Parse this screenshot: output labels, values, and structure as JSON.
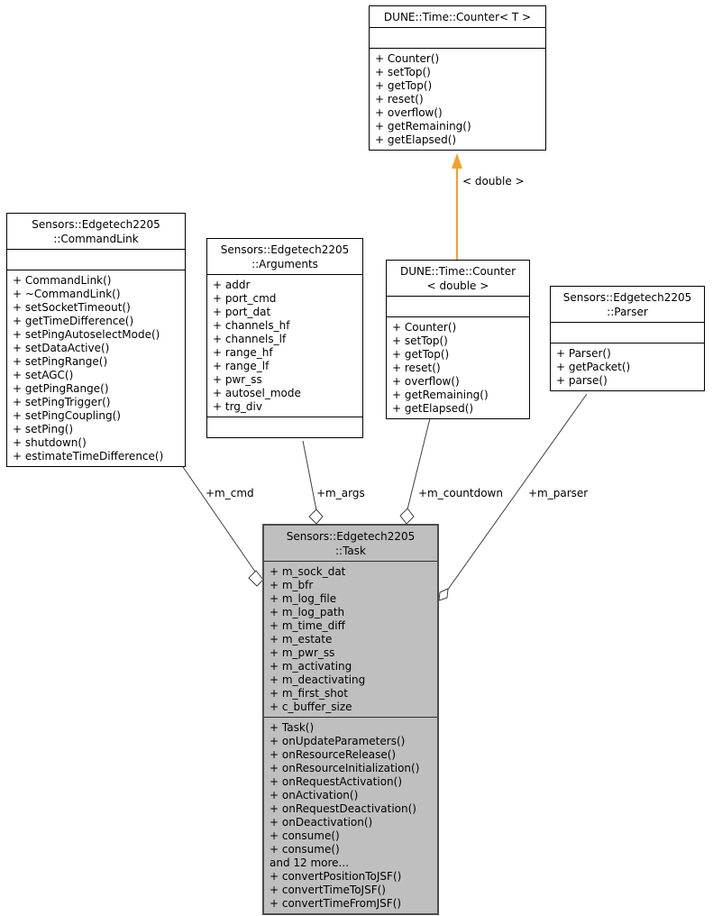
{
  "boxes": {
    "counter_t": {
      "title_lines": [
        "DUNE::Time::Counter< T >"
      ],
      "methods": [
        "+ Counter()",
        "+ setTop()",
        "+ getTop()",
        "+ reset()",
        "+ overflow()",
        "+ getRemaining()",
        "+ getElapsed()"
      ]
    },
    "command_link": {
      "title_lines": [
        "Sensors::Edgetech2205",
        "::CommandLink"
      ],
      "methods": [
        "+ CommandLink()",
        "+ ~CommandLink()",
        "+ setSocketTimeout()",
        "+ getTimeDifference()",
        "+ setPingAutoselectMode()",
        "+ setDataActive()",
        "+ setPingRange()",
        "+ setAGC()",
        "+ getPingRange()",
        "+ setPingTrigger()",
        "+ setPingCoupling()",
        "+ setPing()",
        "+ shutdown()",
        "+ estimateTimeDifference()"
      ]
    },
    "arguments": {
      "title_lines": [
        "Sensors::Edgetech2205",
        "::Arguments"
      ],
      "attributes": [
        "+ addr",
        "+ port_cmd",
        "+ port_dat",
        "+ channels_hf",
        "+ channels_lf",
        "+ range_hf",
        "+ range_lf",
        "+ pwr_ss",
        "+ autosel_mode",
        "+ trg_div"
      ]
    },
    "counter_double": {
      "title_lines": [
        "DUNE::Time::Counter",
        "< double >"
      ],
      "methods": [
        "+ Counter()",
        "+ setTop()",
        "+ getTop()",
        "+ reset()",
        "+ overflow()",
        "+ getRemaining()",
        "+ getElapsed()"
      ]
    },
    "parser": {
      "title_lines": [
        "Sensors::Edgetech2205",
        "::Parser"
      ],
      "methods": [
        "+ Parser()",
        "+ getPacket()",
        "+ parse()"
      ]
    },
    "task": {
      "title_lines": [
        "Sensors::Edgetech2205",
        "::Task"
      ],
      "attributes": [
        "+ m_sock_dat",
        "+ m_bfr",
        "+ m_log_file",
        "+ m_log_path",
        "+ m_time_diff",
        "+ m_estate",
        "+ m_pwr_ss",
        "+ m_activating",
        "+ m_deactivating",
        "+ m_first_shot",
        "+ c_buffer_size"
      ],
      "methods": [
        "+ Task()",
        "+ onUpdateParameters()",
        "+ onResourceRelease()",
        "+ onResourceInitialization()",
        "+ onRequestActivation()",
        "+ onActivation()",
        "+ onRequestDeactivation()",
        "+ onDeactivation()",
        "+ consume()",
        "+ consume()",
        "and 12 more...",
        "+ convertPositionToJSF()",
        "+ convertTimeToJSF()",
        "+ convertTimeFromJSF()"
      ]
    }
  },
  "edges": {
    "template_label": "< double >",
    "m_cmd_label": "+m_cmd",
    "m_args_label": "+m_args",
    "m_countdown_label": "+m_countdown",
    "m_parser_label": "+m_parser"
  },
  "colors": {
    "template_arrow": "#f2a029",
    "edge": "#404040",
    "task_fill": "#bfbfbf",
    "task_border": "#4d4d4d"
  }
}
